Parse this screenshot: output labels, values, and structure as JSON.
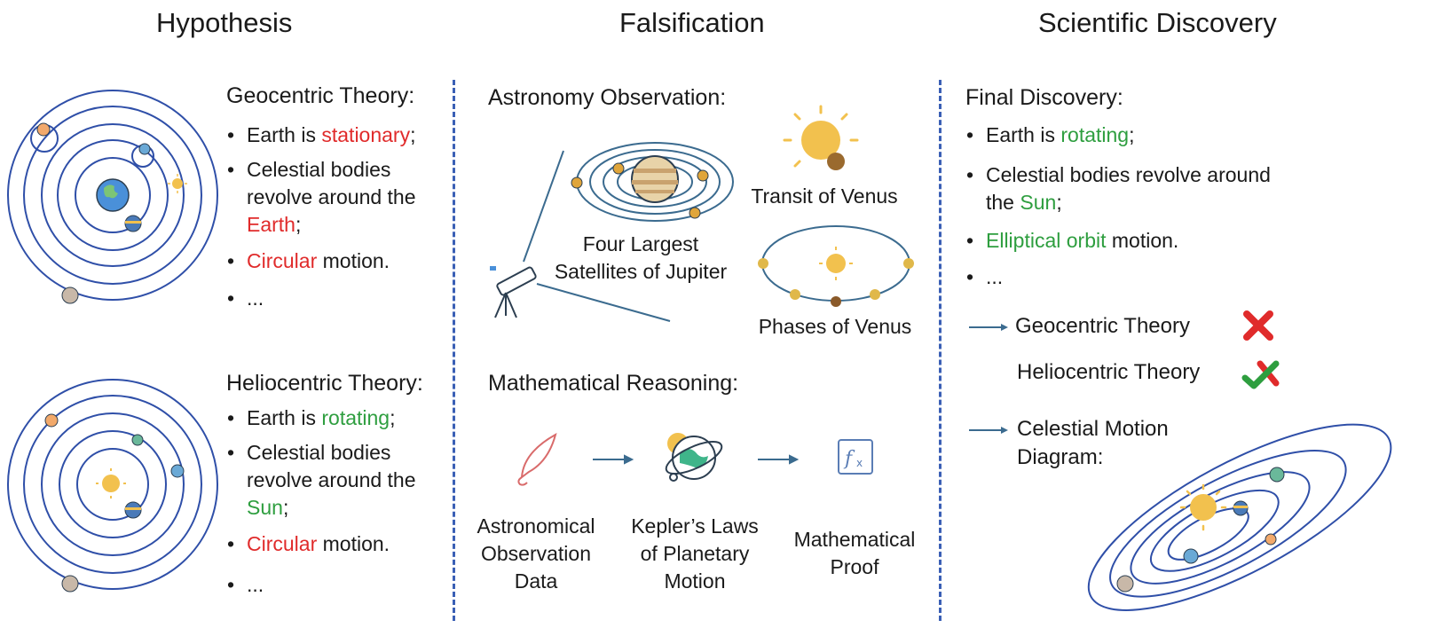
{
  "columns": {
    "hypothesis": "Hypothesis",
    "falsification": "Falsification",
    "discovery": "Scientific Discovery"
  },
  "geocentric": {
    "heading": "Geocentric Theory:",
    "b1": {
      "pre": "Earth is ",
      "hl": "stationary",
      "post": ";"
    },
    "b2": {
      "l1": "Celestial bodies",
      "l2": "revolve around the",
      "hl": "Earth",
      "post": ";"
    },
    "b3": {
      "hl": "Circular",
      "post": " motion."
    },
    "b4": "..."
  },
  "heliocentric": {
    "heading": "Heliocentric Theory:",
    "b1": {
      "pre": "Earth is ",
      "hl": "rotating",
      "post": ";"
    },
    "b2": {
      "l1": "Celestial bodies",
      "l2": "revolve around the",
      "hl": "Sun",
      "post": ";"
    },
    "b3": {
      "hl": "Circular",
      "post": " motion."
    },
    "b4": "..."
  },
  "astronomy": {
    "heading": "Astronomy Observation:",
    "jupiter_l1": "Four Largest",
    "jupiter_l2": "Satellites of Jupiter",
    "transit": "Transit of Venus",
    "phases": "Phases of Venus"
  },
  "math": {
    "heading": "Mathematical Reasoning:",
    "data_l1": "Astronomical",
    "data_l2": "Observation",
    "data_l3": "Data",
    "kepler_l1": "Kepler’s Laws",
    "kepler_l2": "of Planetary",
    "kepler_l3": "Motion",
    "proof_l1": "Mathematical",
    "proof_l2": "Proof"
  },
  "discovery": {
    "heading": "Final Discovery:",
    "b1": {
      "pre": "Earth is ",
      "hl": "rotating",
      "post": ";"
    },
    "b2": {
      "l1": "Celestial bodies revolve around",
      "pre": "the ",
      "hl": "Sun",
      "post": ";"
    },
    "b3": {
      "hl": "Elliptical orbit",
      "post": " motion."
    },
    "b4": "...",
    "geo_result": "Geocentric Theory",
    "helio_result": "Heliocentric Theory",
    "diagram_l1": "Celestial Motion",
    "diagram_l2": "Diagram:"
  },
  "colors": {
    "orbit": "#2f4fa8",
    "falsified": "#e02b2b",
    "highlight_green": "#2e9e3f",
    "sun": "#f2c14e",
    "arrow": "#3b6b8f"
  },
  "icons": [
    "earth-icon",
    "sun-icon",
    "jupiter-icon",
    "planet-icon",
    "telescope-icon",
    "quill-icon",
    "globe-icon",
    "formula-icon",
    "cross-icon",
    "check-icon"
  ]
}
